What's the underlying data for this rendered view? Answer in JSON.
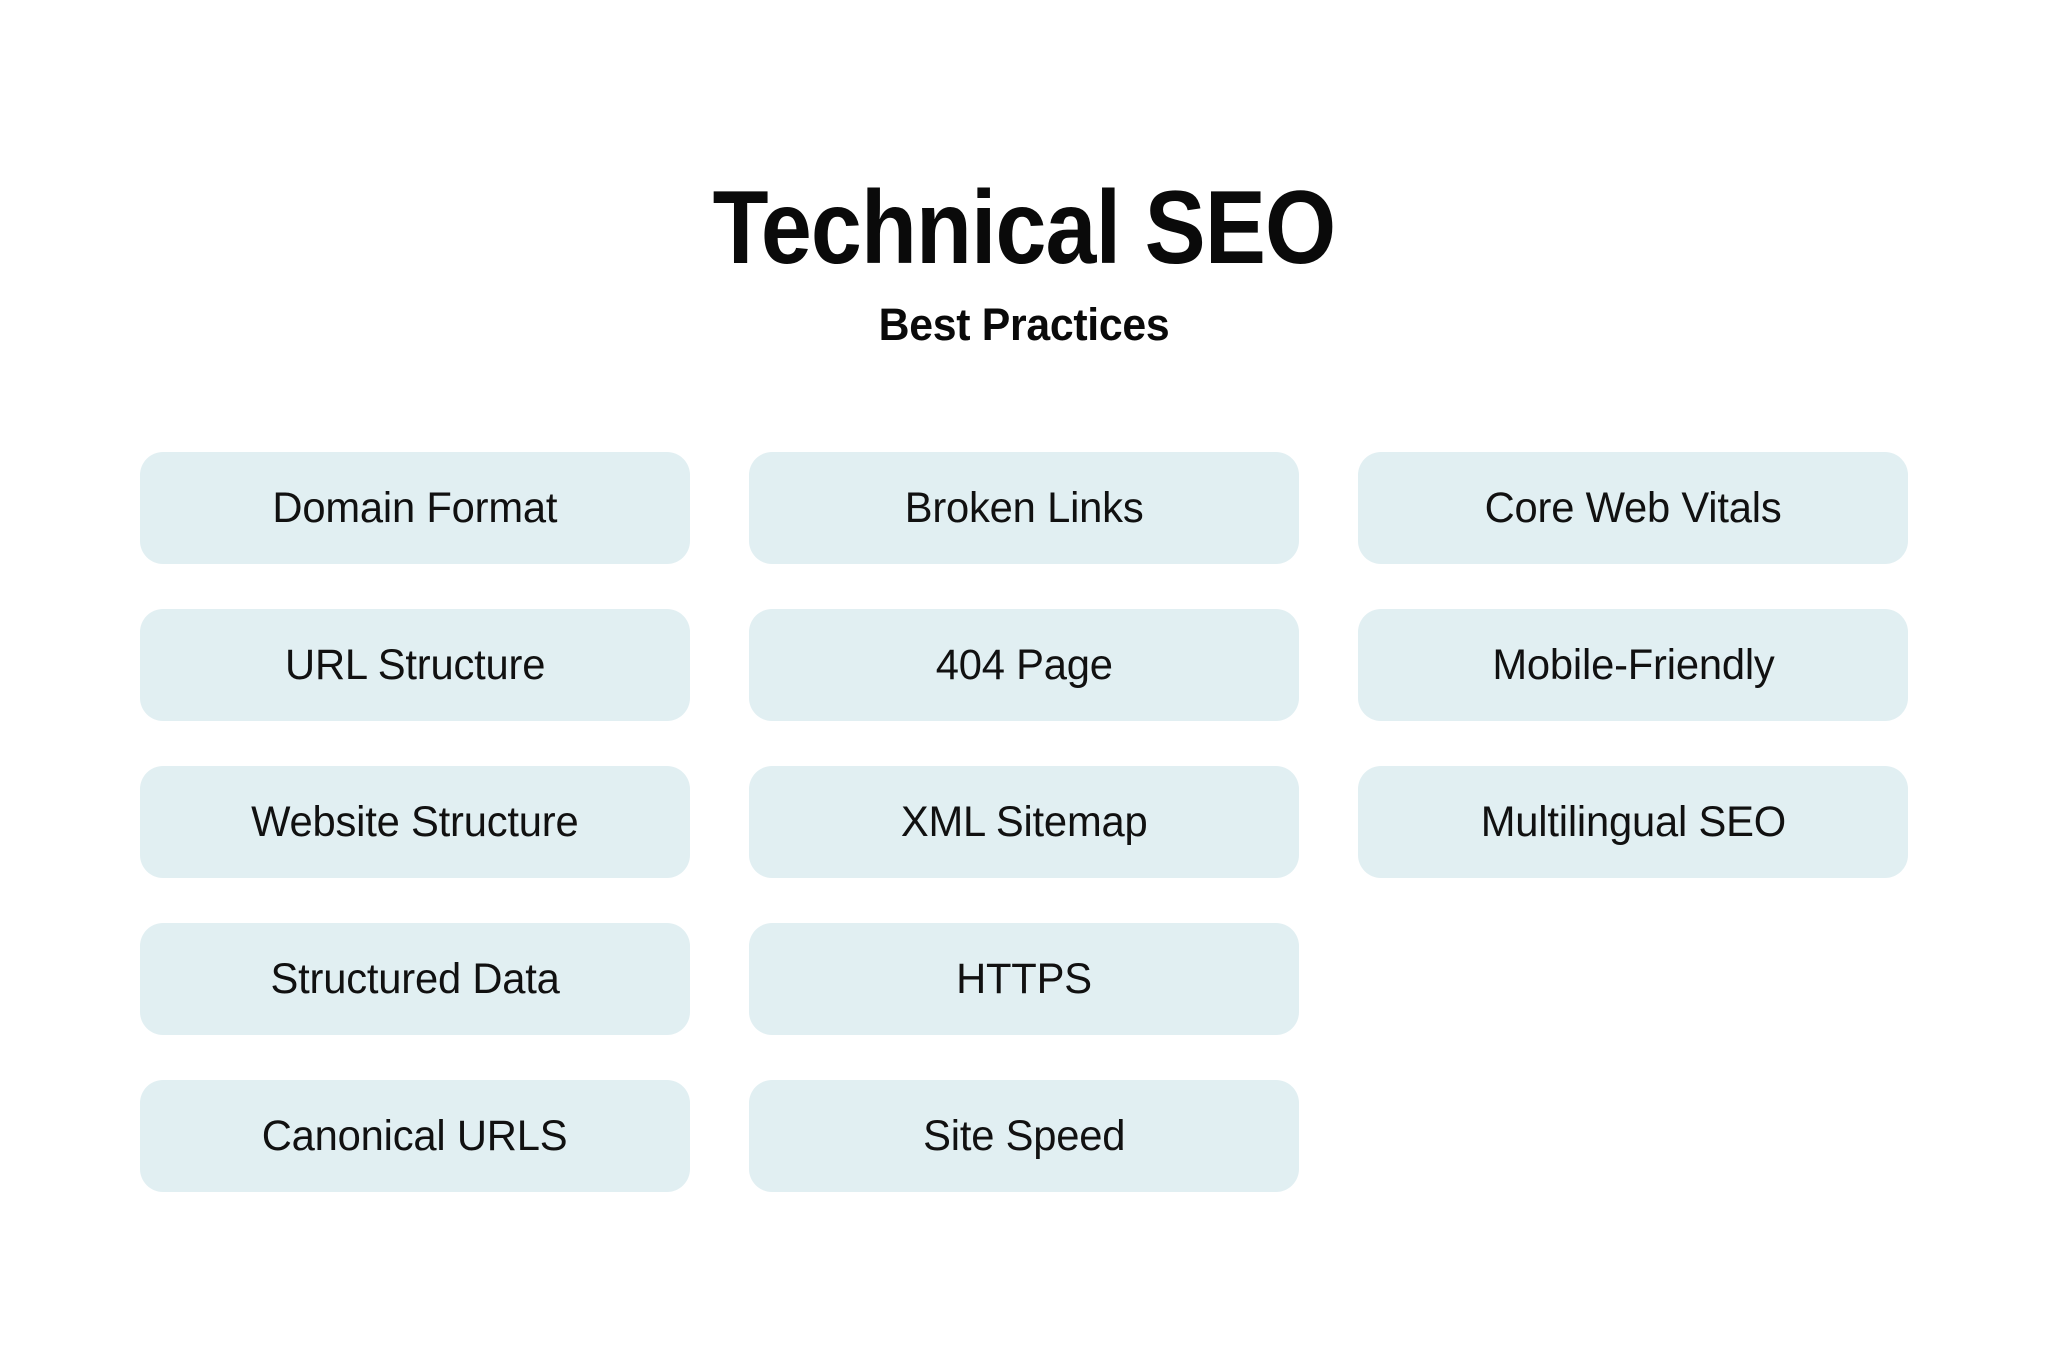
{
  "header": {
    "title": "Technical SEO",
    "subtitle": "Best Practices"
  },
  "theme": {
    "background": "#ffffff",
    "pill_fill": "#e1eff2",
    "text_color": "#111111",
    "heading_color": "#0a0a0a"
  },
  "columns": [
    {
      "name": "column-1",
      "items": [
        {
          "label": "Domain Format"
        },
        {
          "label": "URL Structure"
        },
        {
          "label": "Website Structure"
        },
        {
          "label": "Structured Data"
        },
        {
          "label": "Canonical URLS"
        }
      ]
    },
    {
      "name": "column-2",
      "items": [
        {
          "label": "Broken Links"
        },
        {
          "label": "404 Page"
        },
        {
          "label": "XML Sitemap"
        },
        {
          "label": "HTTPS"
        },
        {
          "label": "Site Speed"
        }
      ]
    },
    {
      "name": "column-3",
      "items": [
        {
          "label": "Core Web Vitals"
        },
        {
          "label": "Mobile-Friendly"
        },
        {
          "label": "Multilingual SEO"
        }
      ]
    }
  ]
}
